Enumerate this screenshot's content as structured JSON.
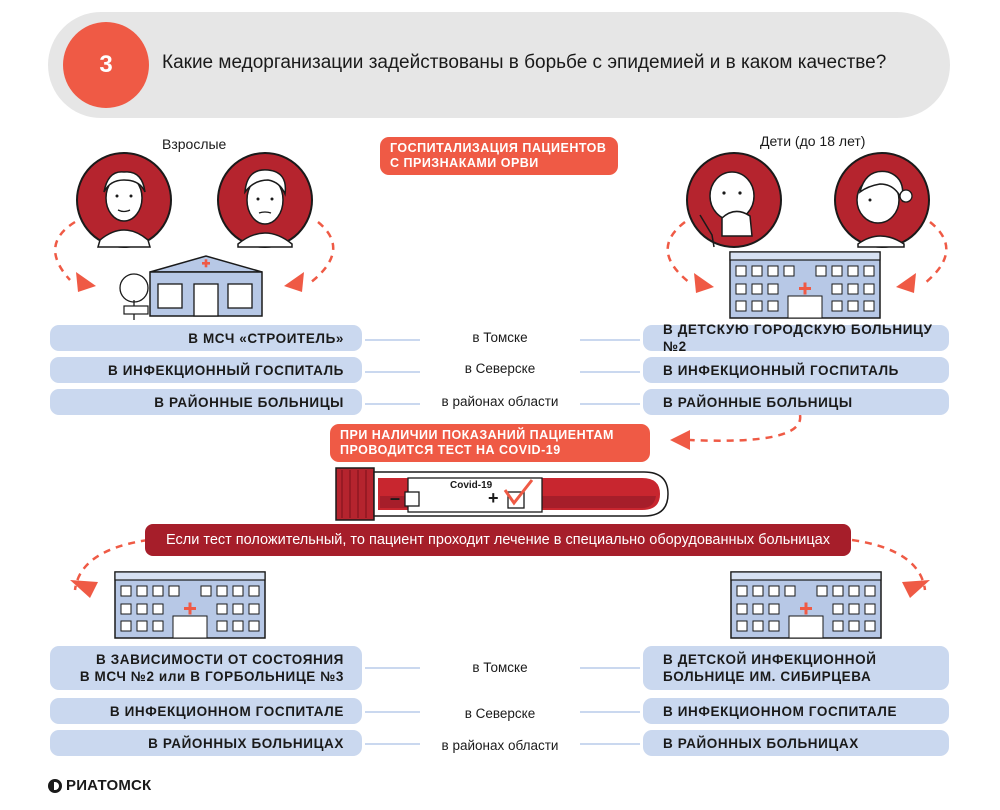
{
  "header": {
    "number": "3",
    "question": "Какие медорганизации задействованы в борьбе с эпидемией и в каком качестве?"
  },
  "groups": {
    "adults": "Взрослые",
    "children": "Дети (до 18 лет)"
  },
  "top_tag": {
    "line1": "ГОСПИТАЛИЗАЦИЯ ПАЦИЕНТОВ",
    "line2": "С ПРИЗНАКАМИ ОРВИ"
  },
  "hospitalization": [
    {
      "left": "В МСЧ «СТРОИТЕЛЬ»",
      "city": "в Томске",
      "right": "В ДЕТСКУЮ ГОРОДСКУЮ БОЛЬНИЦУ №2"
    },
    {
      "left": "В ИНФЕКЦИОННЫЙ ГОСПИТАЛЬ",
      "city": "в Северске",
      "right": "В ИНФЕКЦИОННЫЙ ГОСПИТАЛЬ"
    },
    {
      "left": "В РАЙОННЫЕ БОЛЬНИЦЫ",
      "city": "в районах области",
      "right": "В РАЙОННЫЕ БОЛЬНИЦЫ"
    }
  ],
  "test_tag": {
    "line1": "ПРИ НАЛИЧИИ ПОКАЗАНИЙ ПАЦИЕНТАМ",
    "line2": "ПРОВОДИТСЯ ТЕСТ НА COVID-19"
  },
  "test_tube": {
    "label": "Covid-19",
    "minus": "–",
    "plus": "+"
  },
  "banner": "Если тест положительный, то пациент проходит лечение в специально оборудованных больницах",
  "treatment": [
    {
      "left_line1": "В ЗАВИСИМОСТИ ОТ СОСТОЯНИЯ",
      "left_line2": "В МСЧ №2 или В ГОРБОЛЬНИЦЕ №3",
      "city": "в Томске",
      "right_line1": "В ДЕТСКОЙ ИНФЕКЦИОННОЙ",
      "right_line2": "БОЛЬНИЦЕ ИМ. СИБИРЦЕВА"
    },
    {
      "left_line1": "В ИНФЕКЦИОННОМ ГОСПИТАЛЕ",
      "city": "в Северске",
      "right_line1": "В ИНФЕКЦИОННОМ ГОСПИТАЛЕ"
    },
    {
      "left_line1": "В РАЙОННЫХ БОЛЬНИЦАХ",
      "city": "в районах области",
      "right_line1": "В РАЙОННЫХ БОЛЬНИЦАХ"
    }
  ],
  "logo": "РИАТОМСК",
  "colors": {
    "accent_red": "#ef5a45",
    "dark_red": "#a61e2a",
    "pill_blue": "#cad8ef",
    "header_gray": "#e6e6e6",
    "building_blue": "#b7c8e6"
  }
}
